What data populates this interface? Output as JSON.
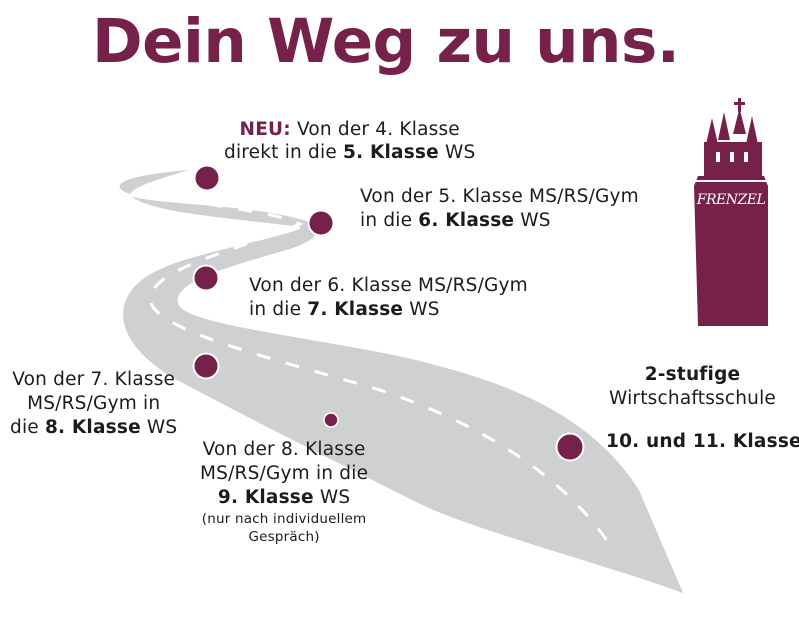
{
  "title": "Dein Weg zu uns.",
  "colors": {
    "accent": "#76214a",
    "road": "#cfd0d2",
    "road_edge": "#ffffff",
    "lane": "#ffffff"
  },
  "logo": {
    "icon": "castle-tower-icon",
    "text": "FRENZEL"
  },
  "stops": [
    {
      "id": "stop-1",
      "lines": [
        [
          [
            "NEU:",
            "accent-bold"
          ],
          [
            " Von der 4. Klasse",
            ""
          ]
        ],
        [
          [
            "direkt in die ",
            ""
          ],
          [
            "5. Klasse",
            "b"
          ],
          [
            " WS",
            ""
          ]
        ]
      ]
    },
    {
      "id": "stop-2",
      "lines": [
        [
          [
            "Von der 5. Klasse MS/RS/Gym",
            ""
          ]
        ],
        [
          [
            "in die ",
            ""
          ],
          [
            "6. Klasse",
            "b"
          ],
          [
            " WS",
            ""
          ]
        ]
      ]
    },
    {
      "id": "stop-3",
      "lines": [
        [
          [
            "Von der 6. Klasse MS/RS/Gym",
            ""
          ]
        ],
        [
          [
            "in die ",
            ""
          ],
          [
            "7. Klasse",
            "b"
          ],
          [
            " WS",
            ""
          ]
        ]
      ]
    },
    {
      "id": "stop-4",
      "lines": [
        [
          [
            "Von der 7. Klasse",
            ""
          ]
        ],
        [
          [
            "MS/RS/Gym in",
            ""
          ]
        ],
        [
          [
            "die ",
            ""
          ],
          [
            "8. Klasse",
            "b"
          ],
          [
            " WS",
            ""
          ]
        ]
      ]
    },
    {
      "id": "stop-5",
      "lines": [
        [
          [
            "Von der 8. Klasse",
            ""
          ]
        ],
        [
          [
            "MS/RS/Gym in die",
            ""
          ]
        ],
        [
          [
            "9. Klasse",
            "b"
          ],
          [
            " WS",
            ""
          ]
        ]
      ],
      "note": [
        "(nur nach individuellem",
        "Gespräch)"
      ]
    },
    {
      "id": "stop-6",
      "lines": [
        [
          [
            "2-stufige",
            "b"
          ]
        ],
        [
          [
            "Wirtschaftsschule",
            ""
          ]
        ]
      ]
    },
    {
      "id": "stop-7",
      "lines": [
        [
          [
            "10. und 11. Klasse",
            "b"
          ]
        ]
      ]
    }
  ]
}
